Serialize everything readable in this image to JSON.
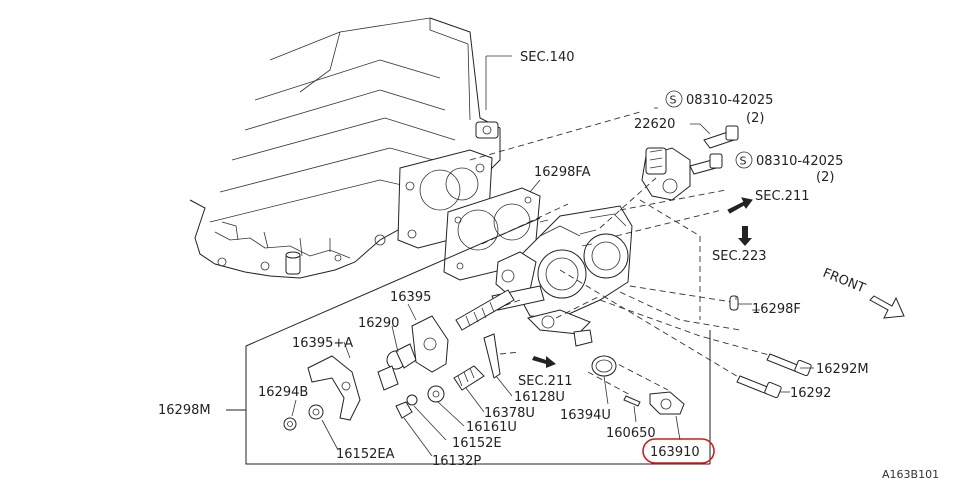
{
  "labels": {
    "sec140": "SEC.140",
    "sec211_top": "SEC.211",
    "sec223": "SEC.223",
    "sec211_mid": "SEC.211",
    "front": "FRONT",
    "p22620": "22620",
    "s08310_a": "08310-42025",
    "s08310_a_qty": "(2)",
    "s08310_b": "08310-42025",
    "s08310_b_qty": "(2)",
    "p16298FA": "16298FA",
    "p16298F": "16298F",
    "p16292M": "16292M",
    "p16292": "16292",
    "p16395": "16395",
    "p16290": "16290",
    "p16395A": "16395+A",
    "p16294B": "16294B",
    "p16298M": "16298M",
    "p16152EA": "16152EA",
    "p16152E": "16152E",
    "p16132P": "16132P",
    "p16161U": "16161U",
    "p16378U": "16378U",
    "p16128U": "16128U",
    "p16394U": "16394U",
    "p160650": "160650",
    "p163910": "163910",
    "code": "A163B101"
  },
  "symbols": {
    "s": "S"
  },
  "colors": {
    "highlight": "#cc1e1e",
    "ink": "#222222"
  }
}
